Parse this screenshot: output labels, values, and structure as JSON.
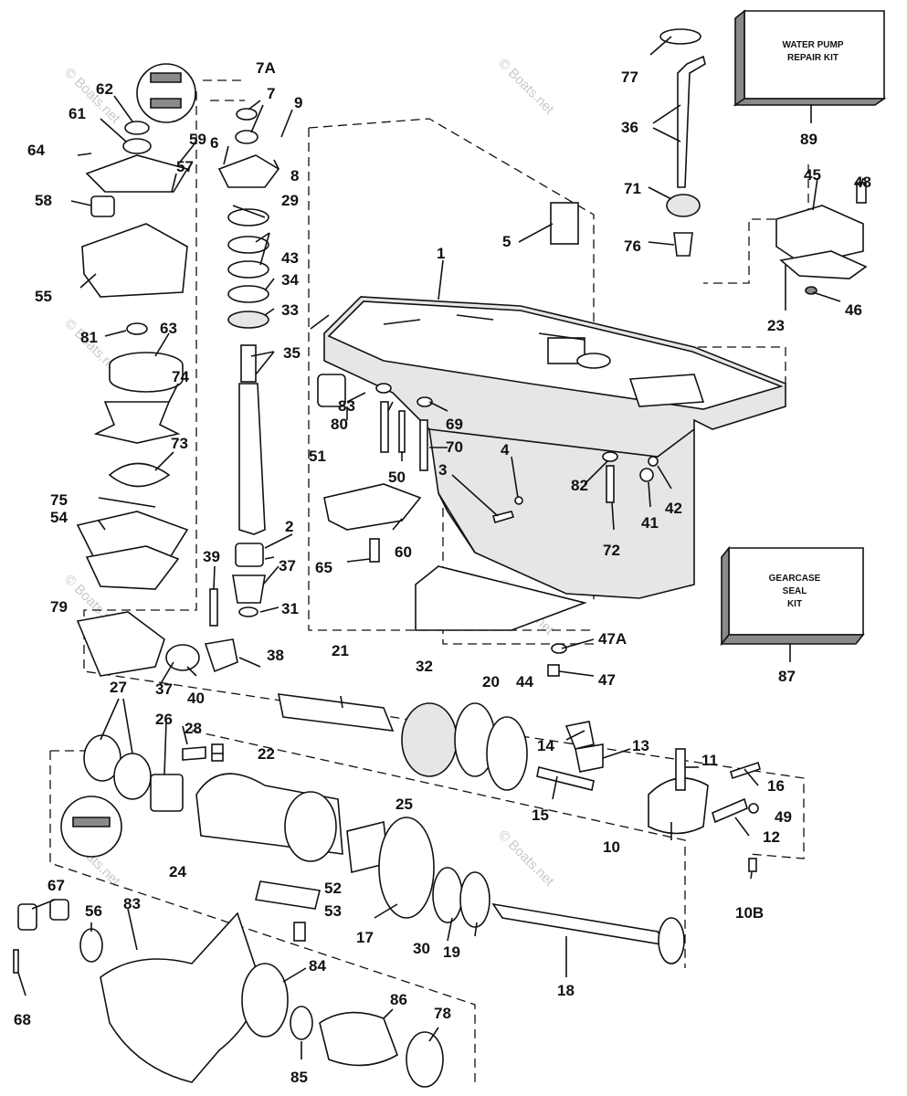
{
  "watermark": "© Boats.net",
  "kits": {
    "water_pump": {
      "line1": "WATER PUMP",
      "line2": "REPAIR KIT",
      "number": "89"
    },
    "gearcase_seal": {
      "line1": "GEARCASE",
      "line2": "SEAL",
      "line3": "KIT",
      "number": "87"
    }
  },
  "labels": {
    "p1": "1",
    "p2": "2",
    "p3": "3",
    "p4": "4",
    "p5": "5",
    "p6": "6",
    "p7": "7",
    "p7A": "7A",
    "p8": "8",
    "p9": "9",
    "p10": "10",
    "p10B": "10B",
    "p11": "11",
    "p12": "12",
    "p13": "13",
    "p14": "14",
    "p15": "15",
    "p16": "16",
    "p17": "17",
    "p18": "18",
    "p19": "19",
    "p20": "20",
    "p21": "21",
    "p22": "22",
    "p23": "23",
    "p24": "24",
    "p25": "25",
    "p26": "26",
    "p27": "27",
    "p28": "28",
    "p29": "29",
    "p30": "30",
    "p31": "31",
    "p32": "32",
    "p33": "33",
    "p34": "34",
    "p35": "35",
    "p36": "36",
    "p37a": "37",
    "p37b": "37",
    "p38": "38",
    "p39": "39",
    "p40": "40",
    "p41": "41",
    "p42": "42",
    "p43": "43",
    "p44": "44",
    "p45": "45",
    "p46": "46",
    "p47": "47",
    "p47A": "47A",
    "p48": "48",
    "p49": "49",
    "p50": "50",
    "p51": "51",
    "p52": "52",
    "p53": "53",
    "p54": "54",
    "p55": "55",
    "p56": "56",
    "p57": "57",
    "p58": "58",
    "p59": "59",
    "p60": "60",
    "p61": "61",
    "p62": "62",
    "p63": "63",
    "p64": "64",
    "p65": "65",
    "p67": "67",
    "p68": "68",
    "p69": "69",
    "p70": "70",
    "p71": "71",
    "p72": "72",
    "p73": "73",
    "p74": "74",
    "p75": "75",
    "p76": "76",
    "p77": "77",
    "p78": "78",
    "p79": "79",
    "p80": "80",
    "p81": "81",
    "p82": "82",
    "p83a": "83",
    "p83b": "83",
    "p84": "84",
    "p85": "85",
    "p86": "86"
  }
}
